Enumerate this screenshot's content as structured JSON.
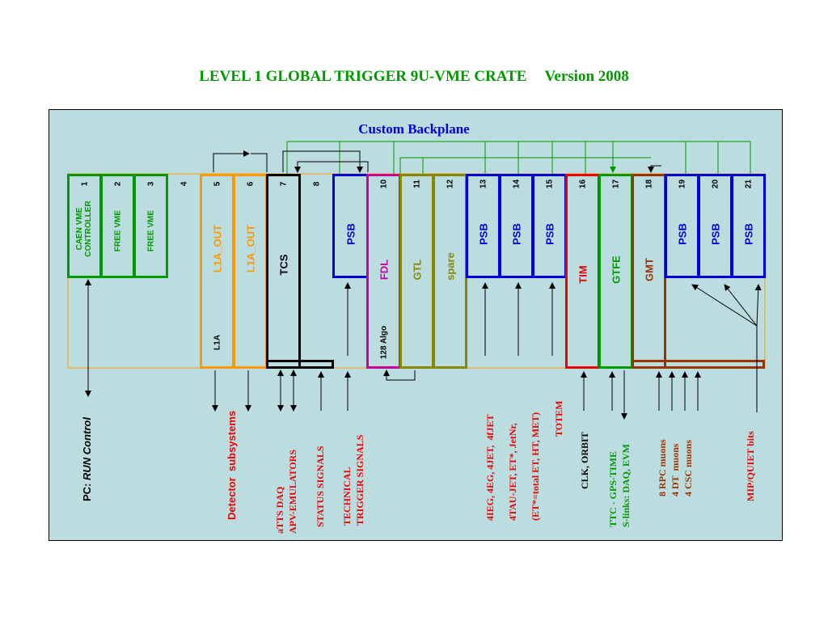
{
  "title": {
    "main": "LEVEL 1 GLOBAL TRIGGER 9U-VME CRATE",
    "version": "Version 2008"
  },
  "backplane_label": "Custom Backplane",
  "slots": {
    "n1": "1",
    "n2": "2",
    "n3": "3",
    "n4": "4",
    "n5": "5",
    "n6": "6",
    "n7": "7",
    "n8": "8",
    "n10": "10",
    "n11": "11",
    "n12": "12",
    "n13": "13",
    "n14": "14",
    "n15": "15",
    "n16": "16",
    "n17": "17",
    "n18": "18",
    "n19": "19",
    "n20": "20",
    "n21": "21"
  },
  "boards": {
    "caen": "CAEN VME\nCONTROLLER",
    "free1": "FREE VME",
    "free2": "FREE VME",
    "l1a_out1": "L1A_OUT",
    "l1a_out2": "L1A_OUT",
    "l1a": "L1A",
    "tcs": "TCS",
    "psb": "PSB",
    "fdl": "FDL",
    "algo": "128 Algo",
    "gtl": "GTL",
    "spare": "spare",
    "tim": "TIM",
    "gtfe": "GTFE",
    "gmt": "GMT"
  },
  "signals": {
    "pc": "PC: RUN Control",
    "detector": "Detector  subsystems",
    "atts": "aTTS DAQ\nAPV-EMULATORS",
    "status": "STATUS SIGNALS",
    "technical": "TECHNICAL\nTRIGGER SIGNALS",
    "calo": "4IEG, 4EG, 4JET,  4fJET\n4TAU-JET, ET*, JetNr,\n(ET*=total ET, HT, MET)",
    "totem": "TOTEM",
    "clk": "CLK, ORBIT",
    "ttc": "TTC - GPS-TIME\nS-links: DAQ, EVM",
    "muons": "8 RPC muons\n4 DT  muons\n4 CSC muons",
    "mip": "MIP/QUIET bits"
  },
  "colors": {
    "green": "#009900",
    "orange": "#ff9900",
    "blue": "#0000dd",
    "magenta": "#cc0099",
    "olive": "#888800",
    "red": "#ee0000",
    "brown": "#993300",
    "panel": "#bbdde0"
  }
}
